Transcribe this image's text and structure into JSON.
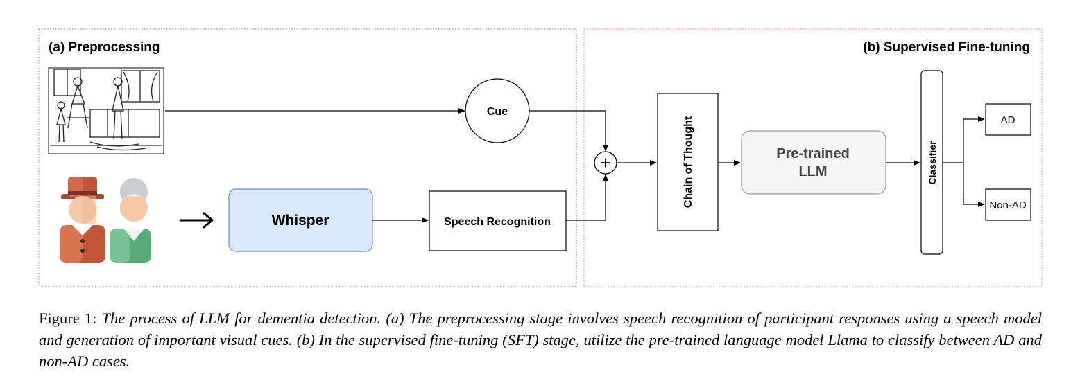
{
  "panels": {
    "preprocessing": {
      "title": "(a) Preprocessing",
      "border_color": "#5b6cff"
    },
    "sft": {
      "title": "(b) Supervised Fine-tuning",
      "border_color": "#ff6b6b"
    }
  },
  "nodes": {
    "cue": "Cue",
    "whisper": "Whisper",
    "speech_recognition": "Speech Recognition",
    "combine_symbol": "+",
    "chain_of_thought": "Chain of Thought",
    "llm_line1": "Pre-trained",
    "llm_line2": "LLM",
    "classifier": "Classifier",
    "out_ad": "AD",
    "out_non_ad": "Non-AD"
  },
  "icons": {
    "scene": "cookie-theft-picture-icon",
    "participants": "elderly-couple-icon",
    "arrow": "long-right-arrow-icon"
  },
  "colors": {
    "whisper_fill": "#dae8fc",
    "whisper_stroke": "#6c8ebf",
    "llm_fill": "#f5f5f5",
    "llm_stroke": "#999999",
    "man_coat": "#c0553a",
    "woman_coat": "#5aaa7a"
  },
  "caption": {
    "label": "Figure 1: ",
    "text": "The process of LLM for dementia detection. (a) The preprocessing stage involves speech recognition of participant responses using a speech model and generation of important visual cues. (b) In the supervised fine-tuning (SFT) stage, utilize the pre-trained language model Llama to classify between AD and non-AD cases."
  }
}
